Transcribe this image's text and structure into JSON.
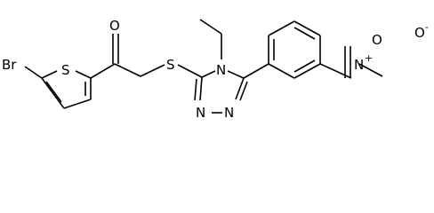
{
  "molecule": {
    "atoms": {
      "bromine": "Br",
      "sulfur_thiophene": "S",
      "oxygen_carbonyl": "O",
      "sulfur_thioether": "S",
      "nitrogen_4": "N",
      "nitrogen_1": "N",
      "nitrogen_2": "N",
      "nitrogen_nitro": "N",
      "nitro_plus": "+",
      "oxygen_nitro_top": "O",
      "oxygen_nitro_right": "O",
      "nitro_minus": "-"
    }
  }
}
